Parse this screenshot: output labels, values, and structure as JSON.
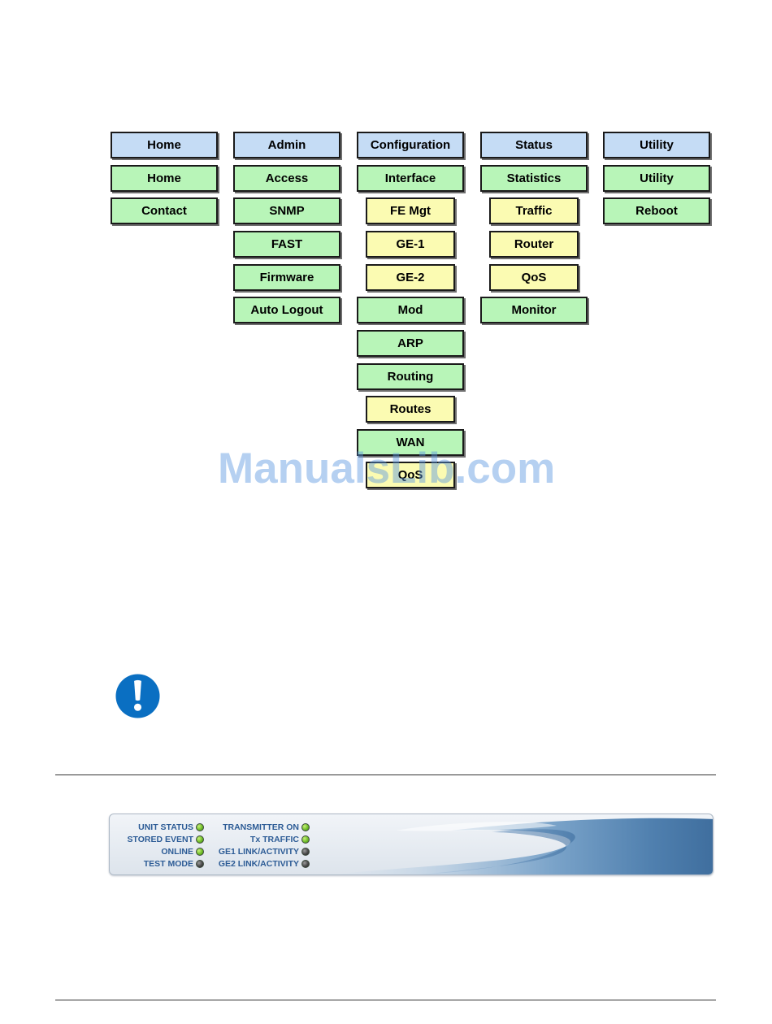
{
  "menu": {
    "top": [
      "Home",
      "Admin",
      "Configuration",
      "Status",
      "Utility"
    ],
    "home": {
      "items": [
        "Home",
        "Contact"
      ]
    },
    "admin": {
      "items": [
        "Access",
        "SNMP",
        "FAST",
        "Firmware",
        "Auto Logout"
      ]
    },
    "configuration": {
      "interface": "Interface",
      "interface_subs": [
        "FE Mgt",
        "GE-1",
        "GE-2"
      ],
      "mod": "Mod",
      "arp": "ARP",
      "routing": "Routing",
      "routing_subs": [
        "Routes"
      ],
      "wan": "WAN",
      "wan_subs": [
        "QoS"
      ]
    },
    "status": {
      "statistics": "Statistics",
      "statistics_subs": [
        "Traffic",
        "Router",
        "QoS"
      ],
      "monitor": "Monitor"
    },
    "utility": {
      "items": [
        "Utility",
        "Reboot"
      ]
    }
  },
  "watermark": "ManualsLib.com",
  "icons": {
    "notice": "exclamation-circle-icon"
  },
  "colors": {
    "top_level": "#c5dcf5",
    "page_level": "#b8f5b8",
    "tab_level": "#fbfbb2",
    "notice_icon": "#0a6fc2",
    "led_on": "#6fbd2a",
    "led_off": "#4a4a4a",
    "led_label": "#2d5c96"
  },
  "led_panel": {
    "left": [
      {
        "label": "UNIT STATUS",
        "state": "green"
      },
      {
        "label": "STORED EVENT",
        "state": "green"
      },
      {
        "label": "ONLINE",
        "state": "green"
      },
      {
        "label": "TEST MODE",
        "state": "off"
      }
    ],
    "right": [
      {
        "label": "TRANSMITTER ON",
        "state": "green"
      },
      {
        "label": "Tx TRAFFIC",
        "state": "green"
      },
      {
        "label": "GE1 LINK/ACTIVITY",
        "state": "off"
      },
      {
        "label": "GE2 LINK/ACTIVITY",
        "state": "off"
      }
    ]
  }
}
